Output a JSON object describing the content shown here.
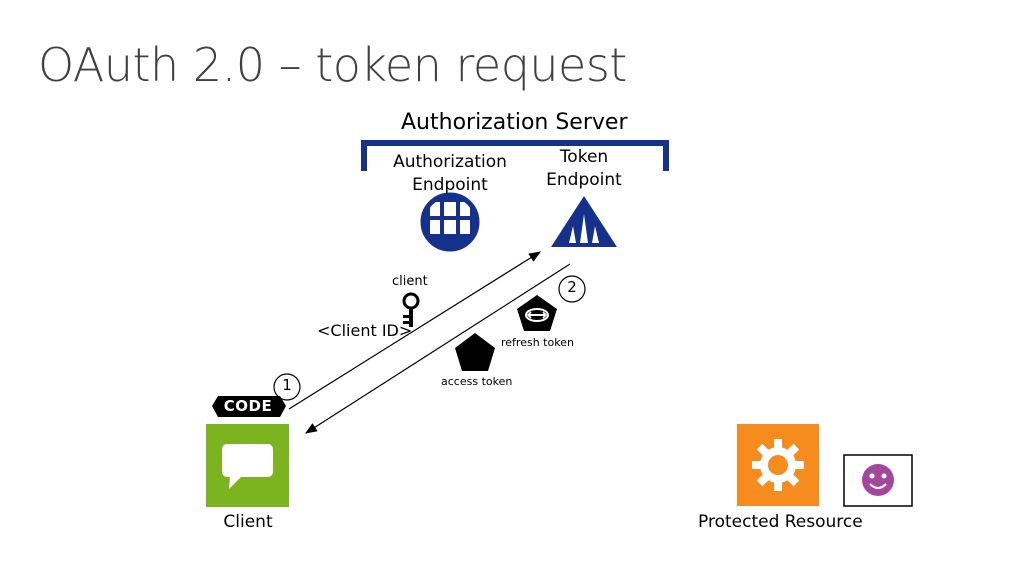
{
  "slide": {
    "title": "OAuth 2.0 – token request"
  },
  "auth_server": {
    "title": "Authorization Server",
    "authorization_endpoint_line1": "Authorization",
    "authorization_endpoint_line2": "Endpoint",
    "token_endpoint_line1": "Token",
    "token_endpoint_line2": "Endpoint"
  },
  "flow": {
    "step1": "1",
    "step2": "2",
    "client_label": "client",
    "client_id": "<Client ID>",
    "refresh_token": "refresh token",
    "access_token": "access token",
    "code_badge": "CODE"
  },
  "actors": {
    "client": "Client",
    "protected_resource": "Protected Resource"
  },
  "colors": {
    "navy": "#15318b",
    "green": "#7cb41f",
    "orange": "#f68b1e",
    "purple": "#a4479c"
  }
}
